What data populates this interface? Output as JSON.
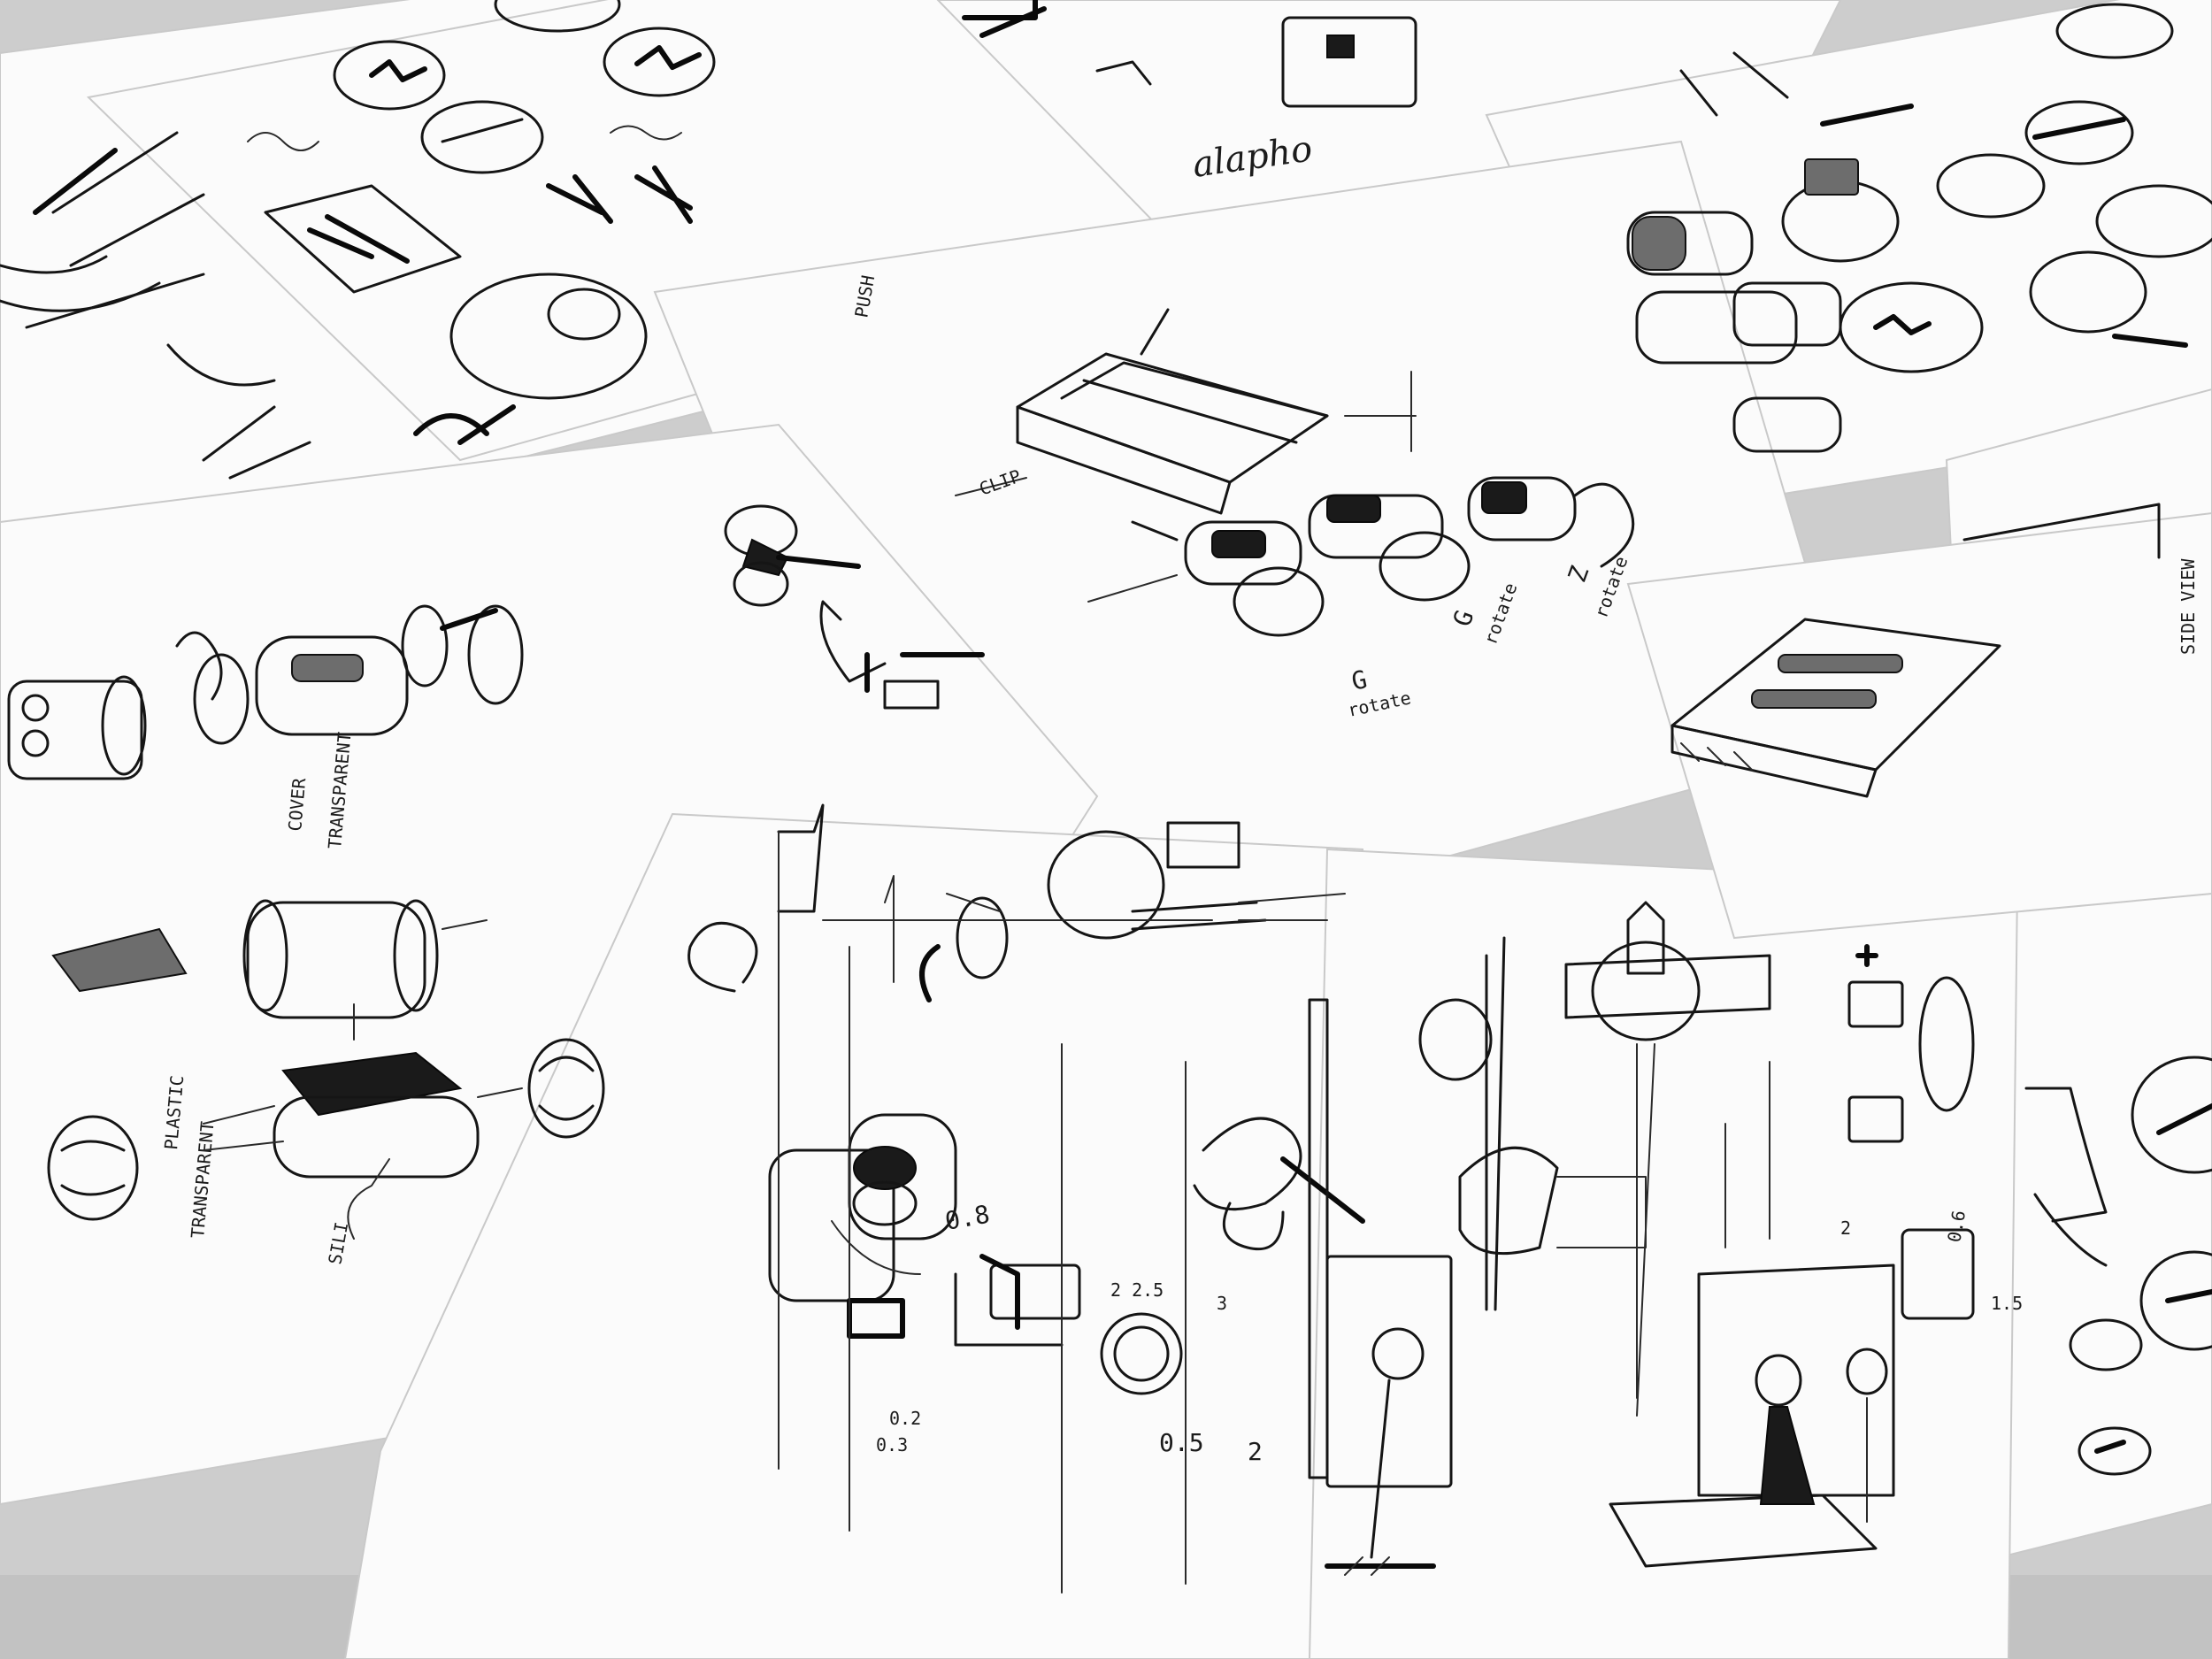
{
  "annotations": {
    "sketch_word": "alapho",
    "rotate_g1": "G",
    "rotate_1": "rotate",
    "rotate_g2": "G",
    "rotate_2": "rotate",
    "rotate_z": "Z",
    "rotate_3": "rotate",
    "push_label": "PUSH",
    "clip_label": "CLIP",
    "side_view": "SIDE VIEW",
    "transparent_1": "TRANSPARENT",
    "transparent_2": "TRANSPARENT",
    "plastic_label": "PLASTIC",
    "silicon_label": "SILI",
    "cover_label": "COVER",
    "dim_08": "0.8",
    "dim_02": "0.2",
    "dim_03": "0.3",
    "dim_05": "0.5",
    "dim_2": "2",
    "dim_3": "3",
    "dim_225": "2 2.5",
    "dim_z": "2",
    "dim_06": "0.6",
    "dim_15": "1.5"
  },
  "colors": {
    "paper": "#fbfbfb",
    "ink": "#151515",
    "table": "#cfcfcf"
  }
}
